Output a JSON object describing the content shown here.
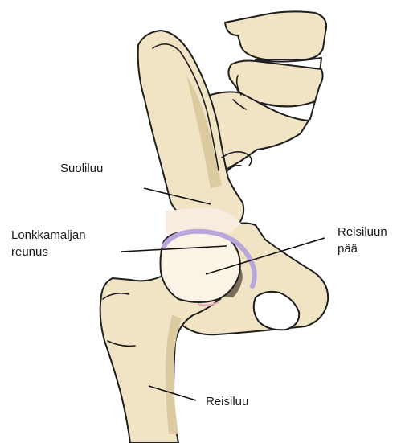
{
  "labels": {
    "ilium": "Suoliluu",
    "acetabulum_rim_line1": "Lonkkamaljan",
    "acetabulum_rim_line2": "reunus",
    "femoral_head_line1": "Reisiluun",
    "femoral_head_line2": "pää",
    "femur": "Reisiluu"
  },
  "colors": {
    "bone_fill": "#f1e4c5",
    "bone_shade": "#dccaa0",
    "cartilage": "#f7ecdf",
    "femoral_head": "#fbf3e6",
    "rim": "#b9a6dd",
    "outline": "#1e1e1e",
    "dark_shadow": "#7a6e5a",
    "spine_disc": "#ffffff"
  }
}
